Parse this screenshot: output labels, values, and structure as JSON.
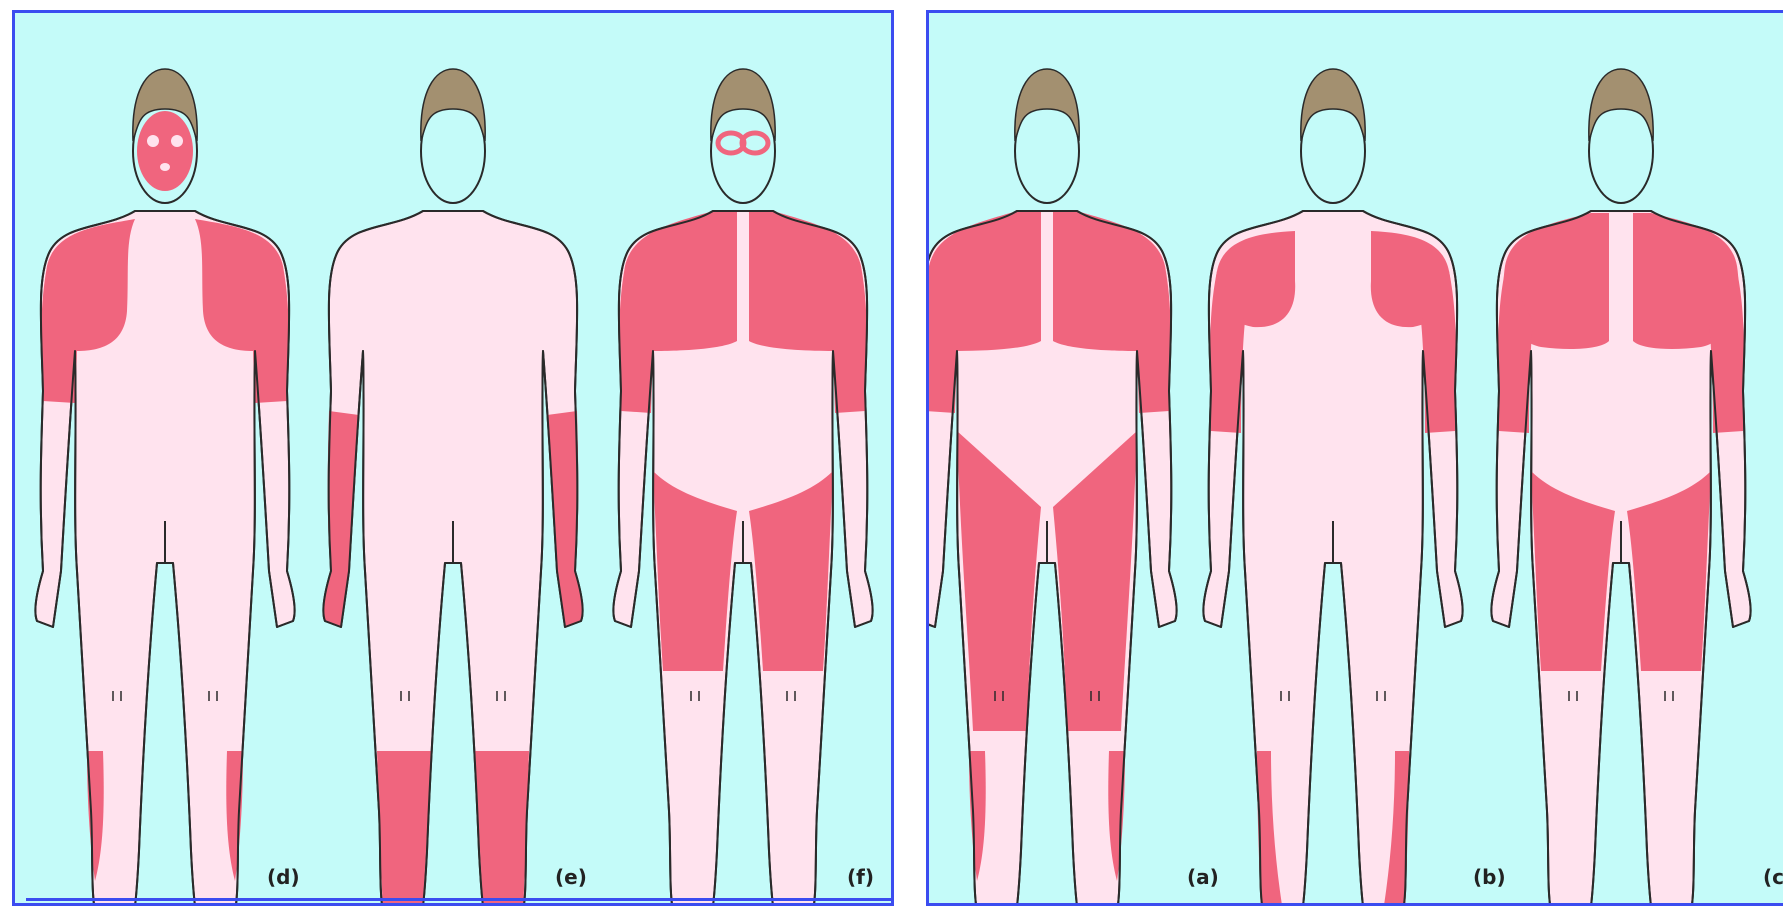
{
  "colors": {
    "background": "#c4fbf9",
    "border": "#3b4cf0",
    "skin": "#ffe3ee",
    "highlight": "#f0657e",
    "hair": "#a39070",
    "outline": "#2a2a2a"
  },
  "panels": [
    {
      "name": "left-panel",
      "figures": [
        {
          "label": "(d)",
          "regions": [
            "face",
            "upper-arms-shoulders",
            "outer-shins"
          ]
        },
        {
          "label": "(e)",
          "regions": [
            "forearms-hands",
            "lower-legs-feet"
          ]
        },
        {
          "label": "(f)",
          "regions": [
            "mask-outline",
            "neck-shoulders-arms",
            "chest",
            "shorts-area"
          ]
        }
      ]
    },
    {
      "name": "right-panel",
      "figures": [
        {
          "label": "(a)",
          "regions": [
            "neck-shoulders-arms",
            "chest",
            "legs-full",
            "outer-shins"
          ]
        },
        {
          "label": "(b)",
          "regions": [
            "shoulders",
            "arms",
            "outer-shins-feet"
          ]
        },
        {
          "label": "(c",
          "regions": [
            "shoulders-chest",
            "arms",
            "shorts-area"
          ]
        }
      ]
    }
  ]
}
